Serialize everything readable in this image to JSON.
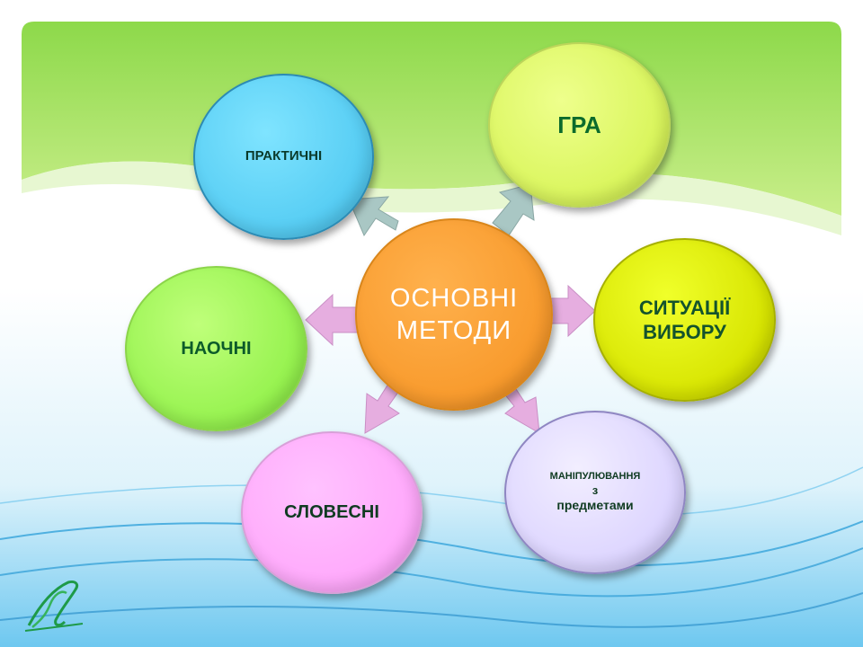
{
  "diagram": {
    "center": {
      "line1": "ОСНОВНІ",
      "line2": "МЕТОДИ"
    },
    "nodes": {
      "practical": "ПРАКТИЧНІ",
      "game": "ГРА",
      "choice": {
        "line1": "СИТУАЦІЇ",
        "line2": "ВИБОРУ"
      },
      "visual": "НАОЧНІ",
      "verbal": "СЛОВЕСНІ",
      "manipulation": {
        "line1": "МАНІПУЛЮВАННЯ",
        "line2": "з",
        "line3": "предметами"
      }
    }
  },
  "colors": {
    "center": "#f89a2c",
    "practical": "#55ccf3",
    "game": "#d9f55b",
    "choice": "#d7e400",
    "visual": "#95f24e",
    "verbal": "#ffa8fb",
    "manipulation": "#dcd4ff",
    "arrow_gray": "#a9c7c4",
    "arrow_pink": "#e6aee0"
  }
}
